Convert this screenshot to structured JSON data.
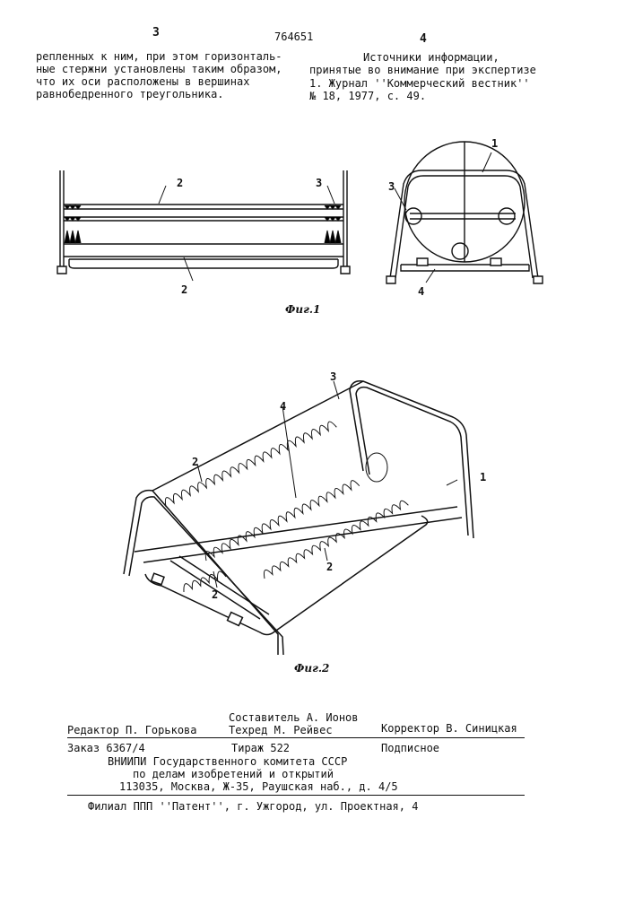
{
  "header": {
    "col_left": "3",
    "patent_number": "764651",
    "col_right": "4"
  },
  "left_text": [
    "репленных к ним, при этом горизонталь-",
    "ные стержни установлены таким образом,",
    "что их оси расположены в вершинах",
    "равнобедренного треугольника."
  ],
  "sources": {
    "title": "Источники информации,",
    "subtitle": "принятые во внимание при экспертизе",
    "item1_line1": "1. Журнал ''Коммерческий вестник''",
    "item1_line2": "№ 18, 1977, с. 49."
  },
  "figure1": {
    "caption": "Фиг.1",
    "side_labels": {
      "top_rod": "2",
      "bottom_rod": "2",
      "spring": "3"
    },
    "end_labels": {
      "frame": "1",
      "spring": "3",
      "tray": "4"
    }
  },
  "figure2": {
    "caption": "Фиг.2",
    "labels": {
      "spring": "3",
      "tray": "4",
      "rod_left": "2",
      "frame": "1",
      "rod_mid": "2",
      "rod_low": "2"
    }
  },
  "imprint": {
    "composer": "Составитель А. Ионов",
    "editor": "Редактор П. Горькова",
    "techred": "Техред М. Рейвес",
    "corrector": "Корректор В. Синицкая",
    "order": "Заказ 6367/4",
    "circulation": "Тираж 522",
    "subscription": "Подписное",
    "org_line1": "ВНИИПИ Государственного комитета СССР",
    "org_line2": "по делам изобретений и открытий",
    "org_address": "113035, Москва, Ж-35, Раушская наб., д. 4/5",
    "branch": "Филиал ППП ''Патент'', г. Ужгород, ул. Проектная, 4"
  }
}
